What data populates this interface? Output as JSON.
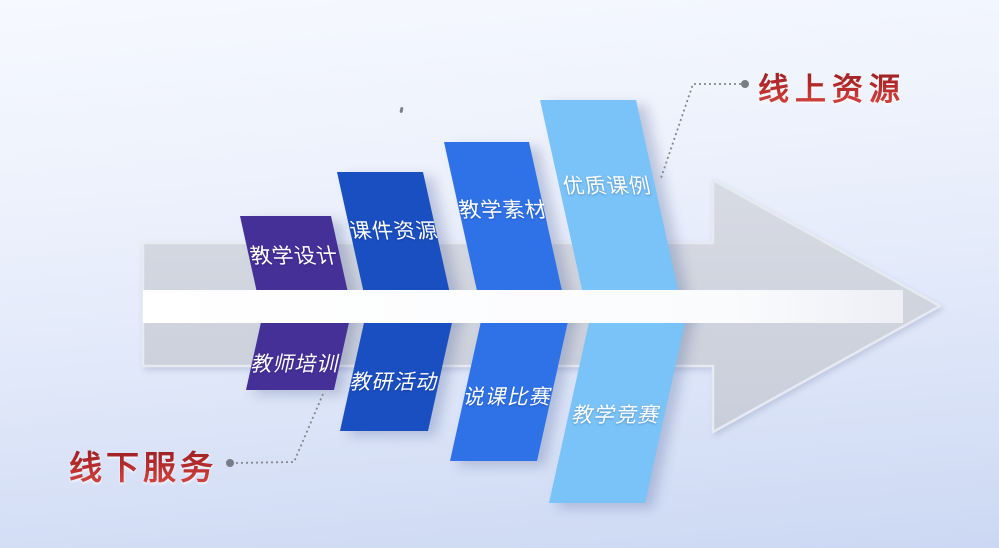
{
  "diagram": {
    "callouts": {
      "online": {
        "label": "线上资源",
        "color_top": "#8e1d20",
        "color_bottom": "#da4a41"
      },
      "offline": {
        "label": "线下服务",
        "color_top": "#8e1d20",
        "color_bottom": "#da4a41"
      }
    },
    "ribs": {
      "top": [
        {
          "label": "教学设计",
          "color": "#453098"
        },
        {
          "label": "课件资源",
          "color": "#1a4fc1"
        },
        {
          "label": "教学素材",
          "color": "#2f72e8"
        },
        {
          "label": "优质课例",
          "color": "#79c3f8"
        }
      ],
      "bottom": [
        {
          "label": "教师培训",
          "color": "#453098"
        },
        {
          "label": "教研活动",
          "color": "#1a4fc1"
        },
        {
          "label": "说课比赛",
          "color": "#2f72e8"
        },
        {
          "label": "教学竞赛",
          "color": "#79c3f8"
        }
      ]
    },
    "arrow": {
      "fill_light": "#d8dbe4",
      "fill_dark": "#c9cedb",
      "outline": "#e8eaf1",
      "stripe": "#fafbfd",
      "connector_color": "#83878f"
    }
  }
}
